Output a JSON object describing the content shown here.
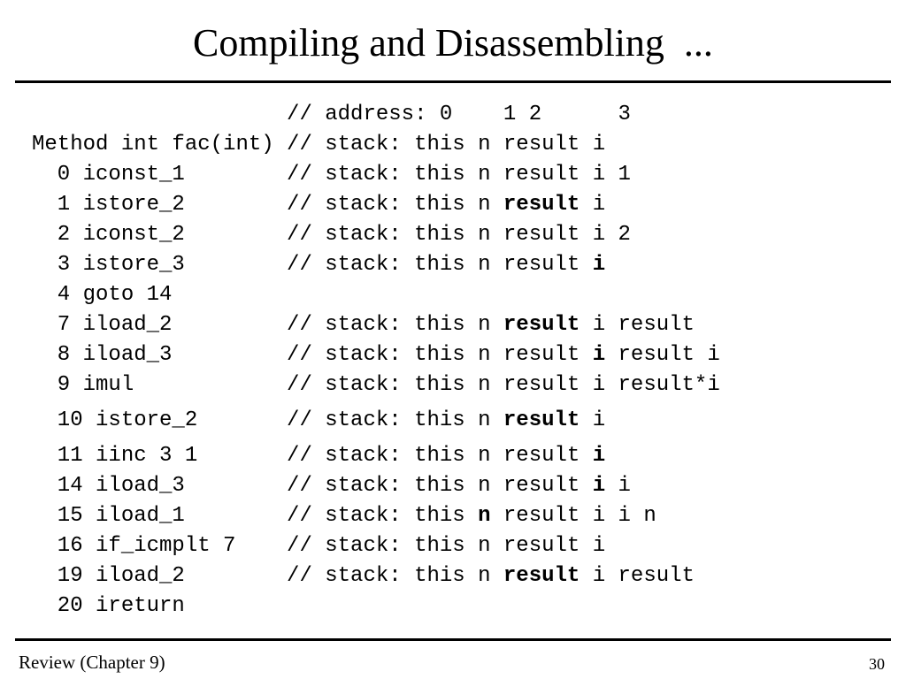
{
  "slide": {
    "title": "Compiling and Disassembling  ...",
    "footer_left": "Review (Chapter 9)",
    "page_number": "30"
  },
  "code": {
    "lines": [
      {
        "segments": [
          "                    // address: 0    1 2      3"
        ]
      },
      {
        "segments": [
          "Method int fac(int) // stack: this n result i"
        ]
      },
      {
        "segments": [
          "  0 iconst_1        // stack: this n result i 1"
        ]
      },
      {
        "segments": [
          "  1 istore_2        // stack: this n ",
          "result",
          " i"
        ]
      },
      {
        "segments": [
          "  2 iconst_2        // stack: this n result i 2"
        ]
      },
      {
        "segments": [
          "  3 istore_3        // stack: this n result ",
          "i"
        ]
      },
      {
        "segments": [
          "  4 goto 14"
        ]
      },
      {
        "segments": [
          "  7 iload_2         // stack: this n ",
          "result",
          " i result"
        ]
      },
      {
        "segments": [
          "  8 iload_3         // stack: this n result ",
          "i",
          " result i"
        ]
      },
      {
        "segments": [
          "  9 imul            // stack: this n result i result*i"
        ]
      },
      {
        "segments": [
          "  10 istore_2       // stack: this n ",
          "result",
          " i"
        ]
      },
      {
        "segments": [
          "  11 iinc 3 1       // stack: this n result ",
          "i"
        ]
      },
      {
        "segments": [
          "  14 iload_3        // stack: this n result ",
          "i",
          " i"
        ]
      },
      {
        "segments": [
          "  15 iload_1        // stack: this ",
          "n",
          " result i i n"
        ]
      },
      {
        "segments": [
          "  16 if_icmplt 7    // stack: this n result i"
        ]
      },
      {
        "segments": [
          "  19 iload_2        // stack: this n ",
          "result",
          " i result"
        ]
      },
      {
        "segments": [
          "  20 ireturn"
        ]
      }
    ]
  }
}
